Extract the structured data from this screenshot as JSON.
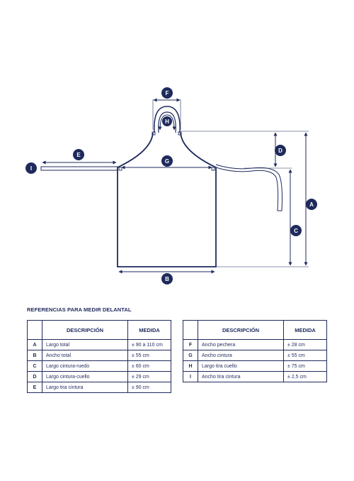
{
  "diagram": {
    "labels": [
      "A",
      "B",
      "C",
      "D",
      "E",
      "F",
      "G",
      "H",
      "I"
    ]
  },
  "section_title": "REFERENCIAS PARA MEDIR DELANTAL",
  "table_headers": {
    "description": "DESCRIPCIÓN",
    "measure": "MEDIDA"
  },
  "table_left": [
    {
      "key": "A",
      "desc": "Largo total",
      "value": "± 90 a 110 cm"
    },
    {
      "key": "B",
      "desc": "Ancho total",
      "value": "± 55 cm"
    },
    {
      "key": "C",
      "desc": "Largo cintura-ruedo",
      "value": "± 60 cm"
    },
    {
      "key": "D",
      "desc": "Largo cintura-cuello",
      "value": "± 29 cm"
    },
    {
      "key": "E",
      "desc": "Largo tira cintura",
      "value": "± 90 cm"
    }
  ],
  "table_right": [
    {
      "key": "F",
      "desc": "Ancho pechera",
      "value": "± 28 cm"
    },
    {
      "key": "G",
      "desc": "Ancho cintura",
      "value": "± 55 cm"
    },
    {
      "key": "H",
      "desc": "Largo tira cuello",
      "value": "± 75 cm"
    },
    {
      "key": "I",
      "desc": "Ancho tira cintura",
      "value": "± 2,5 cm"
    }
  ],
  "colors": {
    "primary": "#1f2a5c",
    "background": "#ffffff"
  }
}
